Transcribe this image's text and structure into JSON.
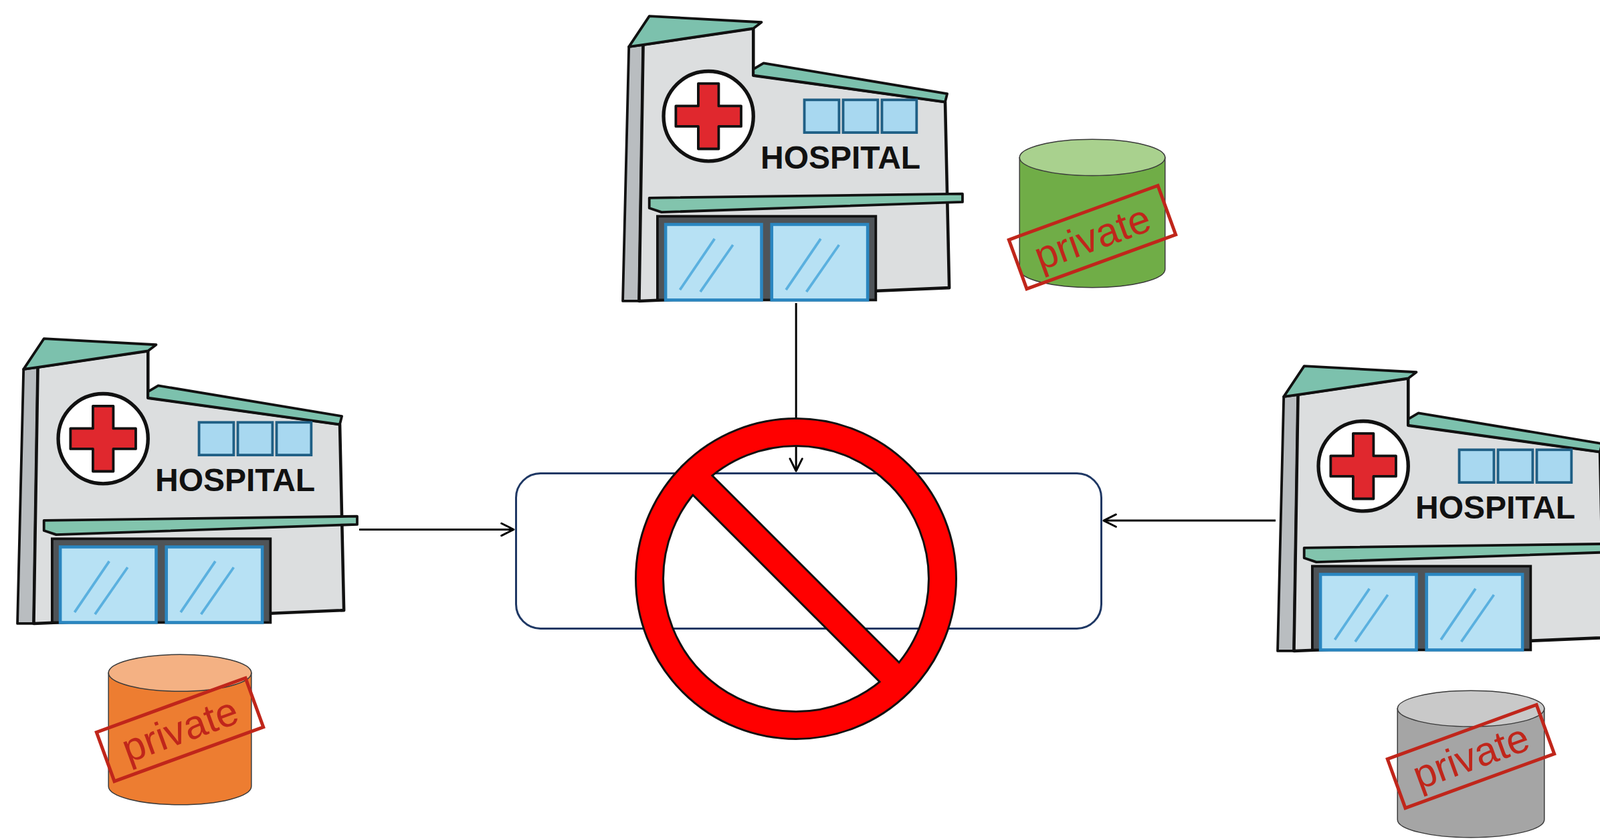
{
  "diagram": {
    "nodes": [
      {
        "text": [
          "HOSPITAL"
        ]
      },
      {
        "text": [
          "private"
        ]
      },
      {
        "text": [
          "HOSPITAL"
        ]
      },
      {
        "text": [
          "HOSPITAL"
        ]
      },
      {
        "text": []
      },
      {
        "text": [
          "private"
        ]
      },
      {
        "text": [
          "private"
        ]
      }
    ],
    "edges": [
      {
        "from": 0,
        "to": 4,
        "arrow": "to"
      },
      {
        "from": 2,
        "to": 4,
        "arrow": "to"
      },
      {
        "from": 3,
        "to": 4,
        "arrow": "to"
      }
    ]
  }
}
